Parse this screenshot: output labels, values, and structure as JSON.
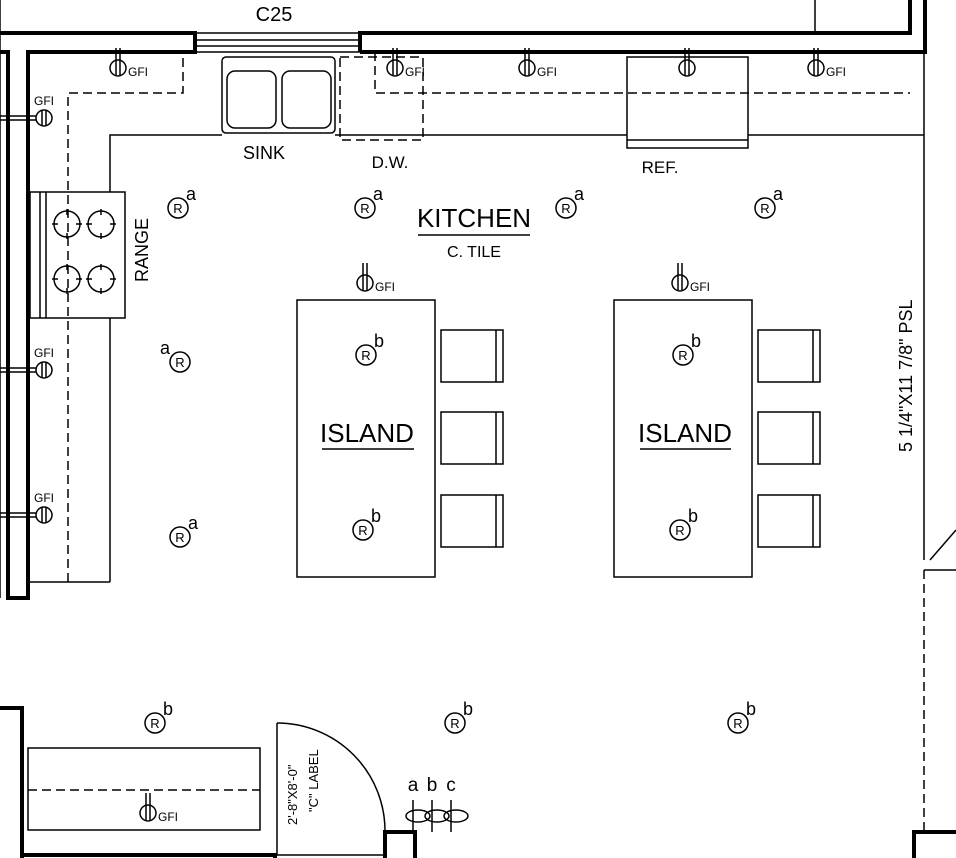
{
  "room": {
    "title": "KITCHEN",
    "finish": "C. TILE"
  },
  "window_tag": "C25",
  "appliances": {
    "sink": "SINK",
    "dishwasher": "D.W.",
    "refrigerator": "REF.",
    "range": "RANGE"
  },
  "islands": [
    "ISLAND",
    "ISLAND"
  ],
  "beam_label": "5 1/4\"X11 7/8\" PSL",
  "door": {
    "size": "2'-8\"X8'-0\"",
    "label": "\"C\" LABEL"
  },
  "gfi_label": "GFI",
  "switch_letters": [
    "a",
    "b",
    "c"
  ],
  "receptacle_symbol": "R",
  "receptacles": [
    "a",
    "a",
    "a",
    "a",
    "a",
    "b",
    "b",
    "a",
    "b",
    "b",
    "b",
    "b",
    "b"
  ]
}
